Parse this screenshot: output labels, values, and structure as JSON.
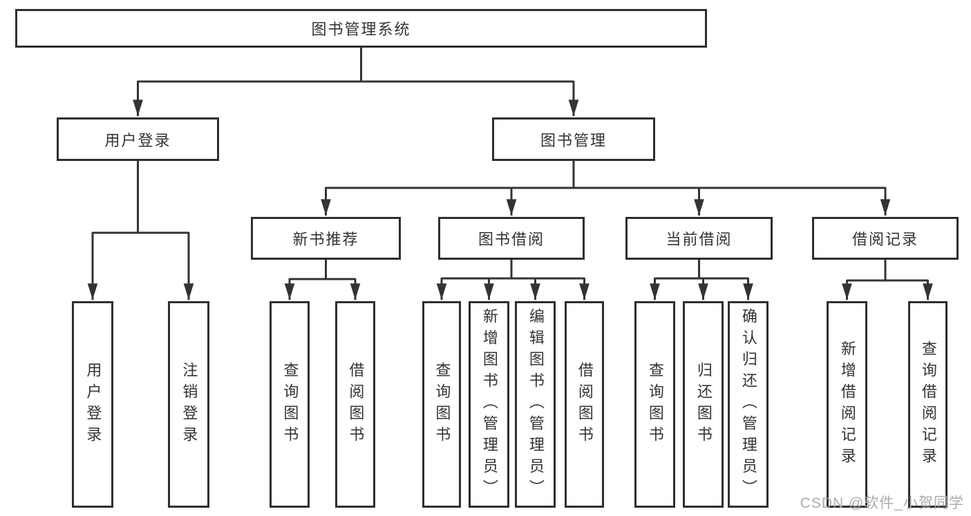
{
  "diagram": {
    "root": {
      "label": "图书管理系统"
    },
    "branches": [
      {
        "label": "用户登录",
        "children": [
          {
            "label": "用户登录"
          },
          {
            "label": "注销登录"
          }
        ]
      },
      {
        "label": "图书管理",
        "children": [
          {
            "label": "新书推荐",
            "children": [
              {
                "label": "查询图书"
              },
              {
                "label": "借阅图书"
              }
            ]
          },
          {
            "label": "图书借阅",
            "children": [
              {
                "label": "查询图书"
              },
              {
                "label": "新增图书（管理员）"
              },
              {
                "label": "编辑图书（管理员）"
              },
              {
                "label": "借阅图书"
              }
            ]
          },
          {
            "label": "当前借阅",
            "children": [
              {
                "label": "查询图书"
              },
              {
                "label": "归还图书"
              },
              {
                "label": "确认归还（管理员）"
              }
            ]
          },
          {
            "label": "借阅记录",
            "children": [
              {
                "label": "新增借阅记录"
              },
              {
                "label": "查询借阅记录"
              }
            ]
          }
        ]
      }
    ]
  },
  "watermark": {
    "text": "CSDN @软件_小贺同学"
  },
  "colors": {
    "line": "#333333",
    "box_border": "#2e2e2e",
    "text": "#333333",
    "background": "#ffffff",
    "watermark": "#a8a8a8"
  }
}
